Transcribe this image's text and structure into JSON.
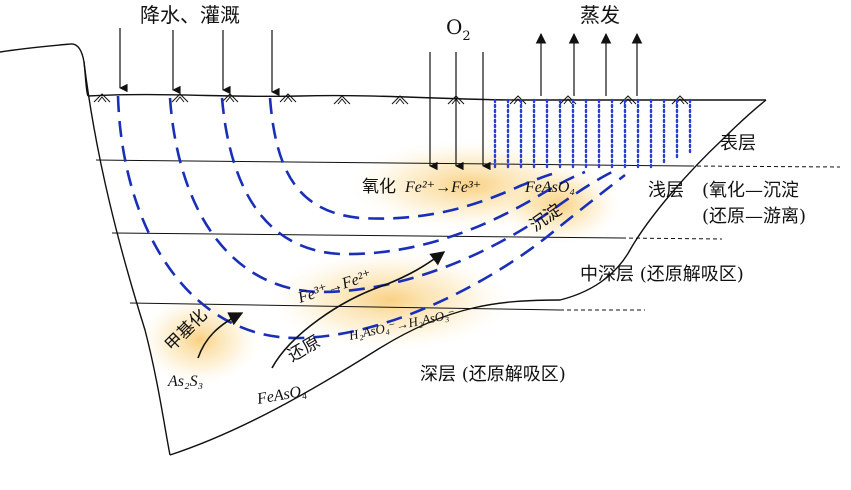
{
  "labels": {
    "precip": "降水、灌溉",
    "oxygen": "O",
    "oxygen_sub": "2",
    "evap": "蒸发",
    "surface_layer": "表层",
    "shallow_layer": "浅层",
    "shallow_note1": "(氧化—沉淀",
    "shallow_note2": "(还原—游离)",
    "mid_layer": "中深层 (还原解吸区)",
    "deep_layer": "深层 (还原解吸区)",
    "oxidation": "氧化",
    "precipitation": "沉淀",
    "methylation": "甲基化",
    "reduction": "还原"
  },
  "chemistry": {
    "fe2_fe3": "Fe²⁺→Fe³⁺",
    "feaso4_top": "FeAsO₄",
    "fe3_fe2": "Fe³⁺→Fe²⁺",
    "h2aso4_h2aso3": "H₂AsO₄⁻→H₂AsO₃⁻",
    "as2s3": "As₂S₃",
    "feaso4_bottom": "FeAsO₄"
  },
  "colors": {
    "flow_line": "#1a2fb8",
    "evap_dots": "#2a3fd0",
    "glow": "#f7c15a"
  }
}
